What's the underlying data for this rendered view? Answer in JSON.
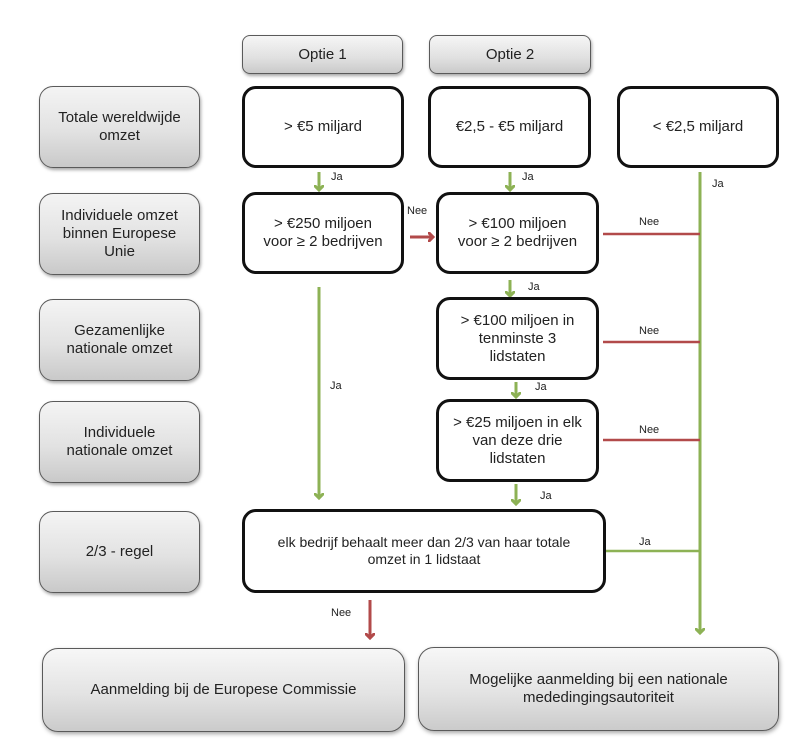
{
  "colors": {
    "yes": "#8db255",
    "no": "#b24a4a"
  },
  "options": {
    "option1": "Optie 1",
    "option2": "Optie 2"
  },
  "row_labels": [
    "Totale wereldwijde omzet",
    "Individuele omzet binnen Europese Unie",
    "Gezamenlijke nationale omzet",
    "Individuele nationale omzet",
    "2/3 - regel"
  ],
  "criteria": {
    "turnover_opt1": "> €5 miljard",
    "turnover_opt2": "€2,5 - €5 miljard",
    "turnover_below": "< €2,5 miljard",
    "eu_opt1": "> €250 miljoen voor ≥ 2 bedrijven",
    "eu_opt2": "> €100 miljoen voor ≥ 2 bedrijven",
    "combined_national": "> €100 miljoen in tenminste 3 lidstaten",
    "individual_national": "> €25 miljoen in elk van deze drie lidstaten",
    "two_thirds_rule": "elk bedrijf behaalt meer dan 2/3 van haar totale omzet in 1 lidstaat"
  },
  "results": {
    "european_commission": "Aanmelding bij de Europese Commissie",
    "national_authority": "Mogelijke aanmelding bij een nationale mededingingsautoriteit"
  },
  "edge_labels": {
    "yes": "Ja",
    "no": "Nee"
  }
}
